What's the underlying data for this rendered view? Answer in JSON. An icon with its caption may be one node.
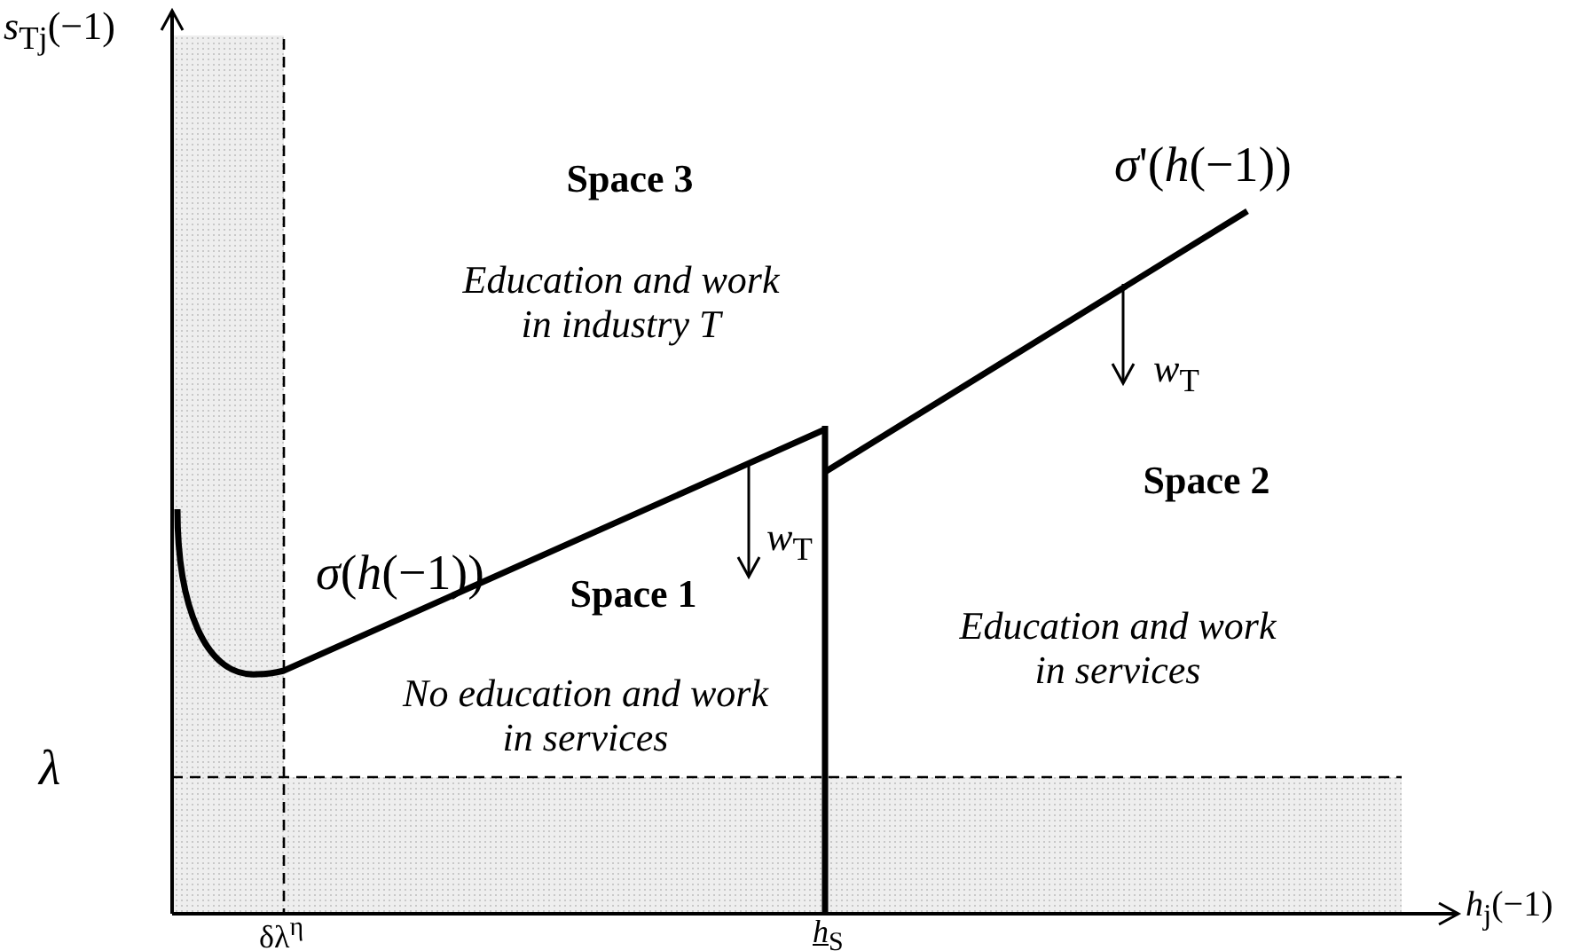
{
  "diagram": {
    "labels": [
      "*s*$_{Tj}$(−1)",
      "Space 3",
      "*σ*'(*h*(−1))",
      "Education and work in industry T",
      "*w*$_{T}$",
      "Space 2",
      "*σ*(*h*(−1))",
      "*w*$_{T}$",
      "Space 1",
      "Education and work in services",
      "No education and work in services",
      "λ",
      "*h*$_{j}$(−1)",
      "δλ$^{η}$",
      "*h*$_{S}$"
    ]
  }
}
